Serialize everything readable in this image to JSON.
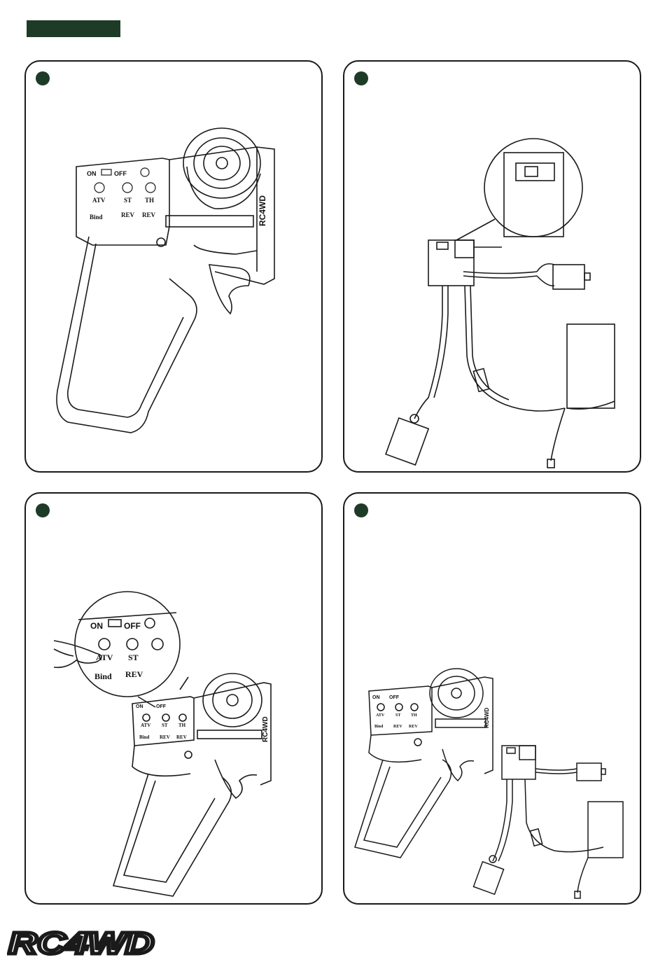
{
  "header": {
    "bar_color": "#1e3b28"
  },
  "steps": [
    {
      "id": 1,
      "illustration": "transmitter",
      "labels": {
        "power": "ON",
        "power_off": "OFF",
        "atv": "ATV",
        "bind": "Bind",
        "st": "ST",
        "th": "TH",
        "rev": "REV",
        "brand": "RC4WD"
      }
    },
    {
      "id": 2,
      "illustration": "receiver-wiring"
    },
    {
      "id": 3,
      "illustration": "bind-button-press",
      "labels": {
        "power": "ON",
        "power_off": "OFF",
        "atv": "ATV",
        "bind": "Bind",
        "st": "ST",
        "th": "TH",
        "rev": "REV",
        "brand": "RC4WD"
      }
    },
    {
      "id": 4,
      "illustration": "transmitter-and-receiver",
      "labels": {
        "power": "ON",
        "power_off": "OFF",
        "atv": "ATV",
        "bind": "Bind",
        "st": "ST",
        "th": "TH",
        "rev": "REV",
        "brand": "RC4WD"
      }
    }
  ],
  "footer": {
    "logo_text": "RC4WD",
    "logo_icon": "rc4wd-logo"
  },
  "colors": {
    "accent": "#1e3b28",
    "stroke": "#1a1a1a"
  }
}
